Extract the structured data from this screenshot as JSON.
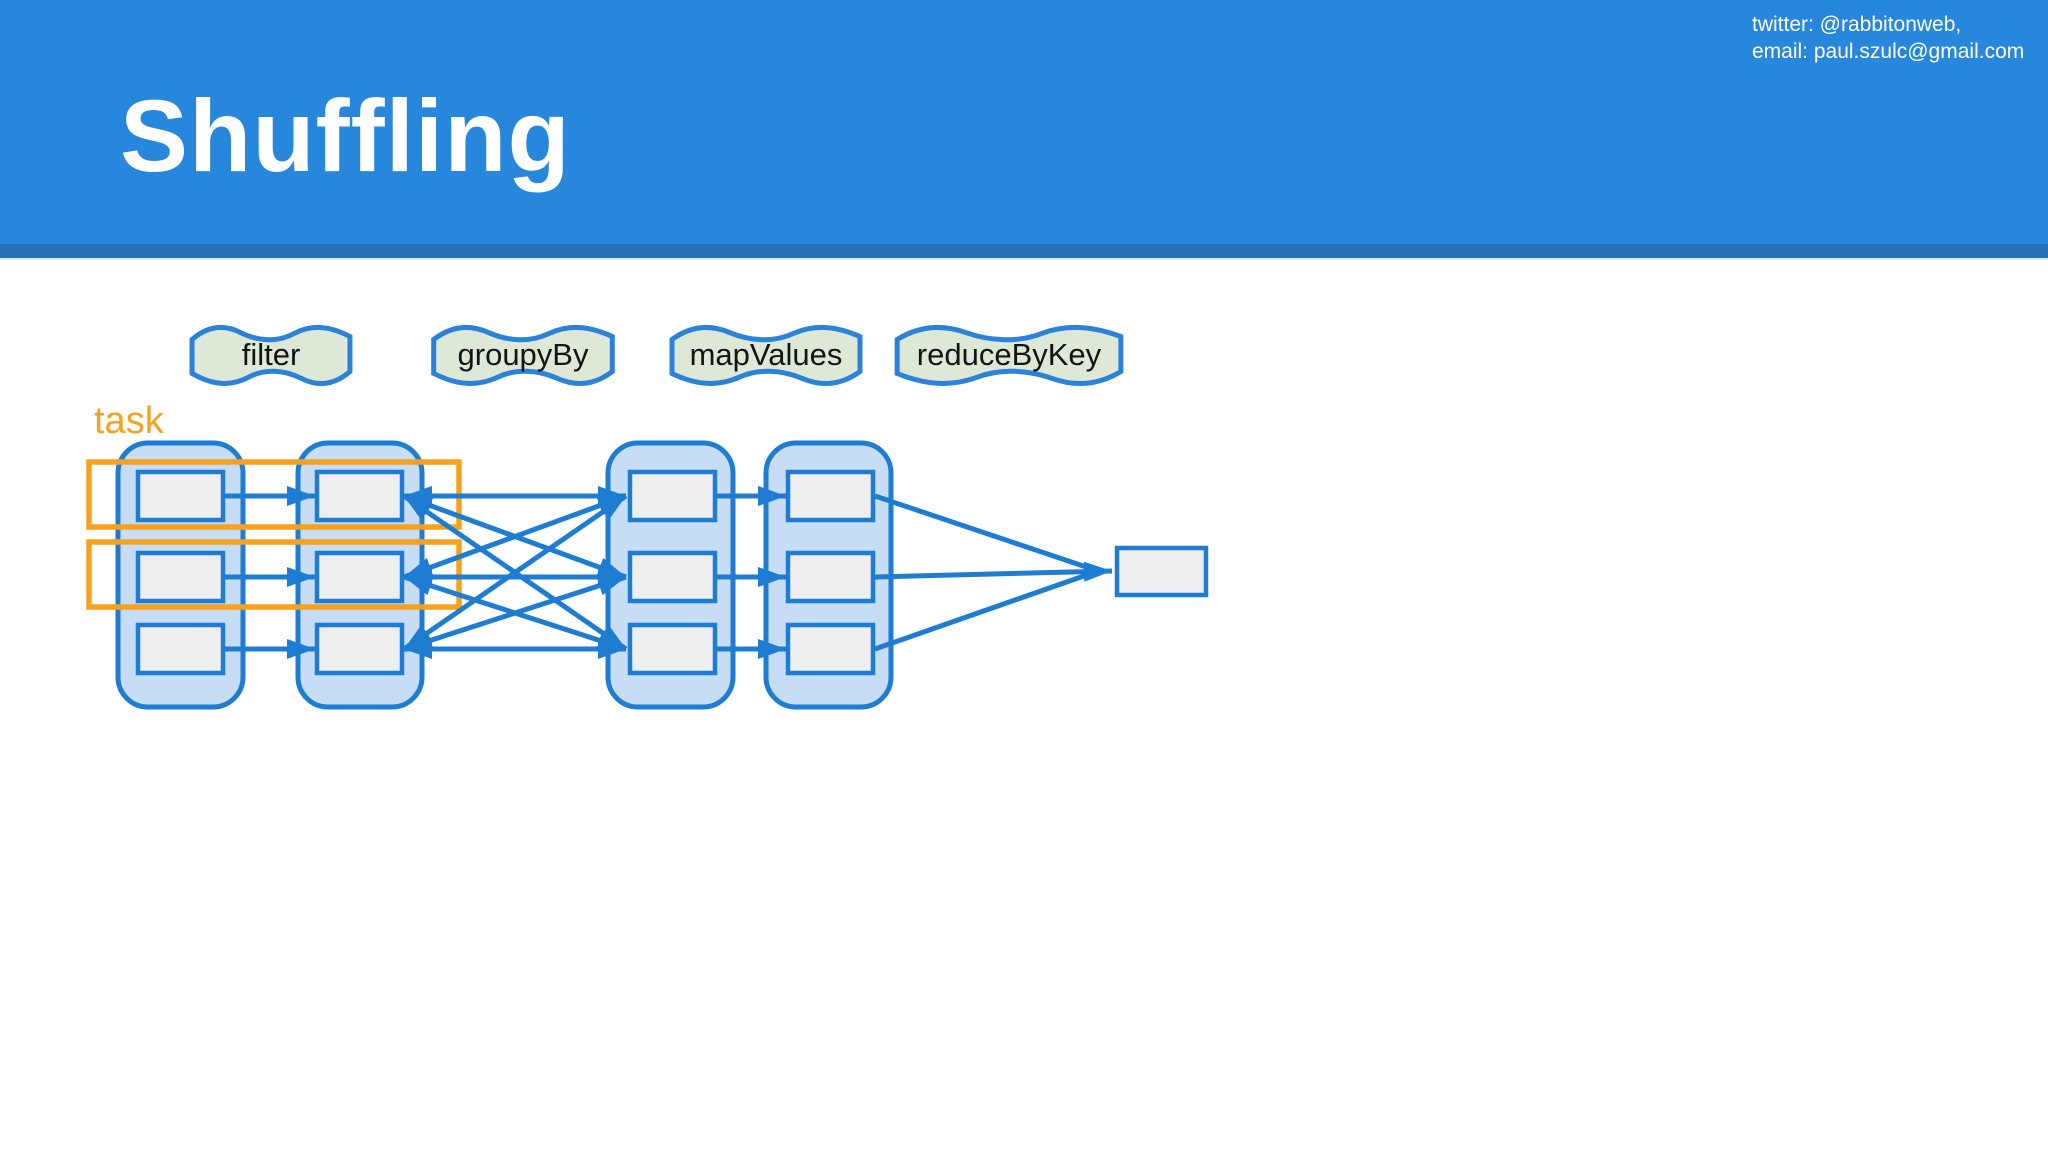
{
  "slide": {
    "title": "Shuffling",
    "contact": {
      "line1": "twitter: @rabbitonweb,",
      "line2": "email: paul.szulc@gmail.com"
    }
  },
  "diagram": {
    "task_label": "task",
    "operations": [
      {
        "label": "filter"
      },
      {
        "label": "groupyBy"
      },
      {
        "label": "mapValues"
      },
      {
        "label": "reduceByKey"
      }
    ],
    "structure": {
      "stage_columns": 4,
      "partitions_per_column": 3,
      "task_highlight_rows": 2,
      "shuffle_all_to_all_between_columns": [
        2,
        3
      ],
      "output_boxes": 1
    }
  },
  "colors": {
    "header_bg": "#2787DC",
    "header_stripe": "#2571B7",
    "diagram_blue": "#1E7CD2",
    "container_fill": "#C7DDF6",
    "partition_fill": "#EEEEEF",
    "task_orange": "#F6A21E",
    "flag_fill": "#DDE9D6",
    "title_text": "#FFFFFF"
  }
}
